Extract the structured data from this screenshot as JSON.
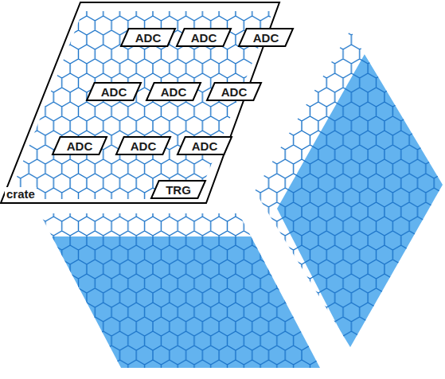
{
  "diagram": {
    "nodes": [
      {
        "text": [
          "crate"
        ]
      },
      {
        "text": [
          "ADC"
        ],
        "in": 0
      },
      {
        "text": [
          "ADC"
        ],
        "in": 0
      },
      {
        "text": [
          "ADC"
        ],
        "in": 0
      },
      {
        "text": [
          "ADC"
        ],
        "in": 0
      },
      {
        "text": [
          "ADC"
        ],
        "in": 0
      },
      {
        "text": [
          "ADC"
        ],
        "in": 0
      },
      {
        "text": [
          "ADC"
        ],
        "in": 0
      },
      {
        "text": [
          "ADC"
        ],
        "in": 0
      },
      {
        "text": [
          "ADC"
        ],
        "in": 0
      },
      {
        "text": [
          "TRG"
        ],
        "in": 0
      }
    ]
  }
}
